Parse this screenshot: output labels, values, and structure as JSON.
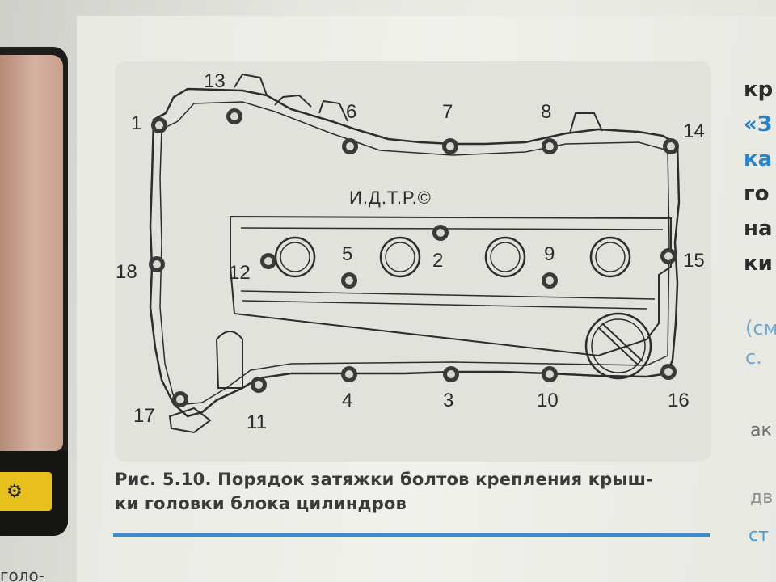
{
  "watermark": "И.Д.Т.Р.©",
  "caption_line1": "Рис. 5.10. Порядок затяжки болтов крепления крыш-",
  "caption_line2": "ки головки блока цилиндров",
  "bolt_labels": [
    "1",
    "2",
    "3",
    "4",
    "5",
    "6",
    "7",
    "8",
    "9",
    "10",
    "11",
    "12",
    "13",
    "14",
    "15",
    "16",
    "17",
    "18"
  ],
  "right_column": {
    "lines": [
      "кр",
      "«З",
      "ка",
      "го",
      "на",
      "ки"
    ],
    "blue_lines": [
      "(см",
      "с."
    ],
    "line3": "ак",
    "line4": "дв",
    "line5": "ст"
  },
  "bottom_left_text": "голо-",
  "colors": {
    "caption_rule": "#3a8ccf",
    "accent_text": "#2b83c6"
  }
}
